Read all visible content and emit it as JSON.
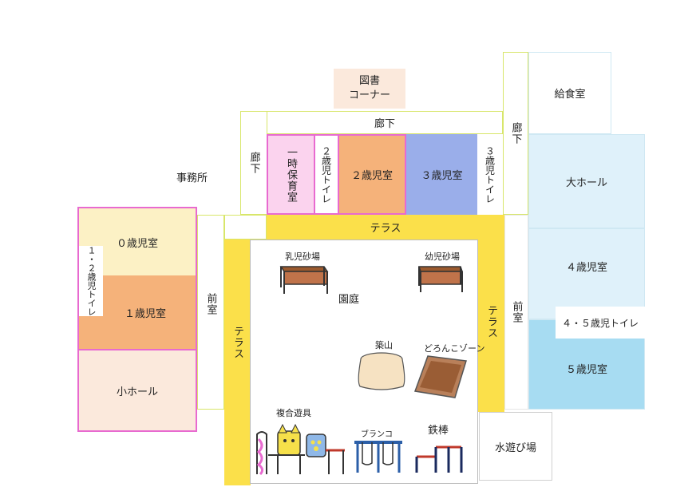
{
  "rooms": {
    "library": "図書\nコーナー",
    "corridor_top": "廊下",
    "corridor_left": "廊下",
    "corridor_right": "廊下",
    "office": "事務所",
    "temp_care": "一時保育室",
    "toilet_2": "２歳児トイレ",
    "room_2": "２歳児室",
    "room_3": "３歳児室",
    "toilet_3": "３歳児トイレ",
    "kitchen": "給食室",
    "big_hall": "大ホール",
    "room_0": "０歳児室",
    "toilet_12": "１・２歳児トイレ",
    "room_1": "１歳児室",
    "small_hall": "小ホール",
    "anteroom_left": "前室",
    "terrace_left": "テラス",
    "terrace_top": "テラス",
    "terrace_right": "テラス",
    "anteroom_right": "前室",
    "room_4": "４歳児室",
    "toilet_45": "４・５歳児トイレ",
    "room_5": "５歳児室",
    "water_play": "水遊び場",
    "garden": "園庭"
  },
  "garden_items": {
    "infant_sandbox": "乳児砂場",
    "toddler_sandbox": "幼児砂場",
    "hill": "築山",
    "mud_zone": "どろんこゾーン",
    "combo_play": "複合遊具",
    "swing": "ブランコ",
    "bar": "鉄棒"
  },
  "colors": {
    "pink_border": "#e86ad0",
    "lime_border": "#d8e66a",
    "yellow": "#fbe04a",
    "orange": "#f5b27a",
    "blue": "#9aaeea",
    "light_blue": "#dff1fa",
    "mid_blue": "#a7dcf2",
    "cream": "#fcf1c5",
    "peach": "#fbe9dc",
    "pink_fill": "#fbd3ee"
  }
}
